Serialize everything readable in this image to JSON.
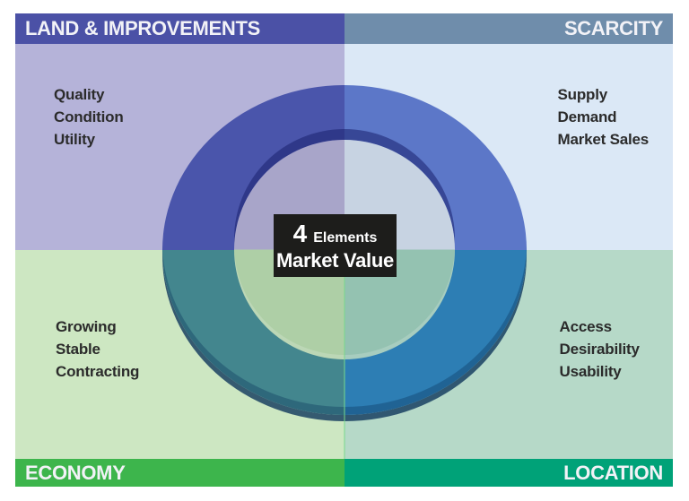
{
  "center": {
    "number": "4",
    "elements_label": "Elements",
    "title": "Market Value",
    "bg_color": "#1d1d1b",
    "text_color": "#ffffff"
  },
  "quadrants": [
    {
      "id": "land-improvements",
      "label": "LAND & IMPROVEMENTS",
      "items": [
        "Quality",
        "Condition",
        "Utility"
      ],
      "bar_color": "#4b51a6",
      "bg_color": "#b5b3d9",
      "ring_color": "#4a55ab",
      "hole_color": "#a8a5c9",
      "bar_position": "top-left"
    },
    {
      "id": "scarcity",
      "label": "SCARCITY",
      "items": [
        "Supply",
        "Demand",
        "Market Sales"
      ],
      "bar_color": "#6f8dab",
      "bg_color": "#dbe8f6",
      "ring_color": "#5c77c8",
      "hole_color": "#c7d3e2",
      "bar_position": "top-right"
    },
    {
      "id": "economy",
      "label": "ECONOMY",
      "items": [
        "Growing",
        "Stable",
        "Contracting"
      ],
      "bar_color": "#3db54c",
      "bg_color": "#cde7c2",
      "ring_color": "#43868e",
      "hole_color": "#aecfa6",
      "bar_position": "bottom-left"
    },
    {
      "id": "location",
      "label": "LOCATION",
      "items": [
        "Access",
        "Desirability",
        "Usability"
      ],
      "bar_color": "#00a278",
      "bg_color": "#b6d9c8",
      "ring_color": "#2d7eb4",
      "hole_color": "#94c2b1",
      "bar_position": "bottom-right"
    }
  ]
}
